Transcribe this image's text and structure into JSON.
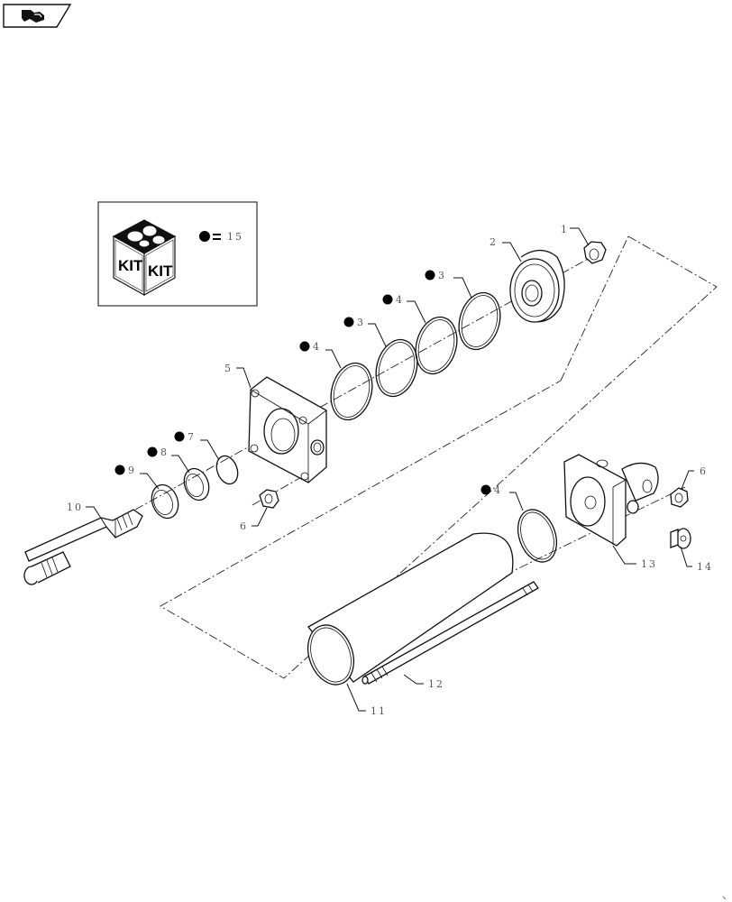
{
  "nav": {
    "back_icon": "hand-pointing-left-icon",
    "tooltip": ""
  },
  "kit_legend": {
    "box_text_left": "KIT",
    "box_text_right": "KIT",
    "bullet_symbol": "●",
    "equals": "=",
    "kit_part_number": "15"
  },
  "callouts": [
    {
      "id": "1",
      "label": "1",
      "kit": false,
      "part": "nut"
    },
    {
      "id": "2",
      "label": "2",
      "kit": false,
      "part": "piston"
    },
    {
      "id": "3a",
      "label": "3",
      "kit": true,
      "part": "seal ring"
    },
    {
      "id": "4a",
      "label": "4",
      "kit": true,
      "part": "o-ring"
    },
    {
      "id": "3b",
      "label": "3",
      "kit": true,
      "part": "seal ring"
    },
    {
      "id": "4b",
      "label": "4",
      "kit": true,
      "part": "o-ring"
    },
    {
      "id": "5",
      "label": "5",
      "kit": false,
      "part": "rod-end cap"
    },
    {
      "id": "7",
      "label": "7",
      "kit": true,
      "part": "snap ring"
    },
    {
      "id": "8",
      "label": "8",
      "kit": true,
      "part": "rod seal"
    },
    {
      "id": "9",
      "label": "9",
      "kit": true,
      "part": "wiper"
    },
    {
      "id": "10",
      "label": "10",
      "kit": false,
      "part": "piston rod"
    },
    {
      "id": "6a",
      "label": "6",
      "kit": false,
      "part": "nut"
    },
    {
      "id": "4c",
      "label": "4",
      "kit": true,
      "part": "o-ring"
    },
    {
      "id": "6b",
      "label": "6",
      "kit": false,
      "part": "nut"
    },
    {
      "id": "13",
      "label": "13",
      "kit": false,
      "part": "base-end cap"
    },
    {
      "id": "14",
      "label": "14",
      "kit": false,
      "part": "plug"
    },
    {
      "id": "11",
      "label": "11",
      "kit": false,
      "part": "barrel"
    },
    {
      "id": "12",
      "label": "12",
      "kit": false,
      "part": "tie rod"
    }
  ]
}
